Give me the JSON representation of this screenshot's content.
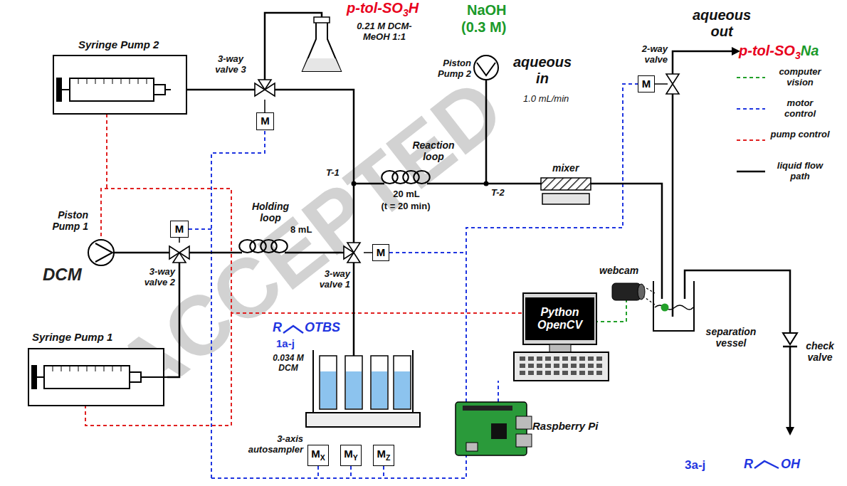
{
  "diagram": {
    "nodes": [
      {
        "text": [
          "M"
        ]
      },
      {
        "text": [
          "M"
        ]
      },
      {
        "text": [
          "M"
        ]
      },
      {
        "text": [
          "M"
        ]
      },
      {
        "text": [
          "Python OpenCV"
        ]
      },
      {
        "text": [
          "M",
          "X"
        ]
      },
      {
        "text": [
          "M",
          "Y"
        ]
      },
      {
        "text": [
          "M",
          "Z"
        ]
      }
    ],
    "labels": [
      "ACCEPTED",
      "p-tol-SO3H",
      "0.21 M DCM-MeOH 1:1",
      "NaOH",
      "(0.3 M)",
      "aqueous out",
      "p-tol-SO3Na",
      "Syringe Pump 2",
      "3-way valve 3",
      "Piston Pump 2",
      "aqueous in",
      "1.0 mL/min",
      "Reaction loop",
      "2-way valve",
      "Piston Pump 1",
      "DCM",
      "Holding loop",
      "T-1",
      "20 mL",
      "(t = 20 min)",
      "T-2",
      "mixer",
      "8 mL",
      "3-way valve 2",
      "3-way valve 1",
      "webcam",
      "separation vessel",
      "check valve",
      "Syringe Pump 1",
      "R",
      "OTBS",
      "1a-j",
      "0.034 M DCM",
      "3-axis autosampler",
      "Raspberry Pi",
      "3a-j",
      "R",
      "OH"
    ],
    "legend": [
      {
        "text": "computer vision"
      },
      {
        "text": "motor control"
      },
      {
        "text": "pump control"
      },
      {
        "text": "liquid flow path"
      }
    ]
  }
}
